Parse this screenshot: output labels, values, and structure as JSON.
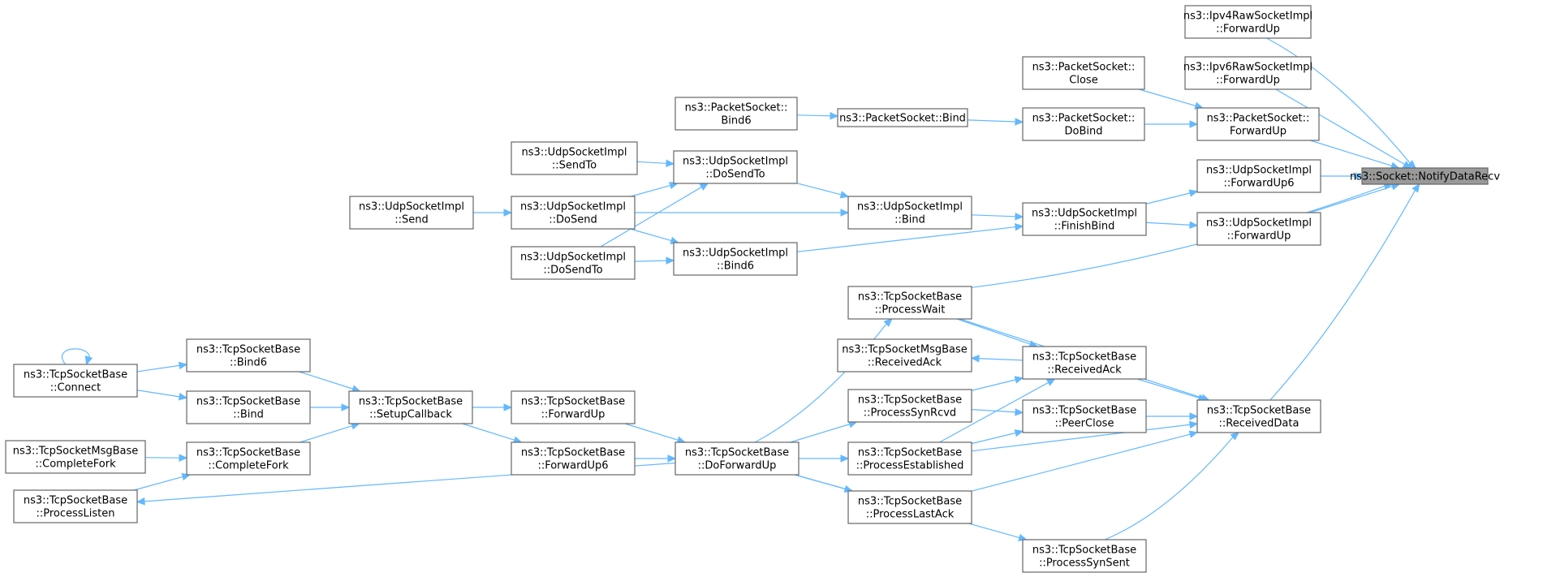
{
  "graph": {
    "title": "ns3::Socket::NotifyDataRecv",
    "colors": {
      "edge": "#63b8ff",
      "root_fill": "#999999",
      "node_border": "#666666",
      "node_fill": "#ffffff"
    },
    "nodes": [
      {
        "id": "root",
        "lines": [
          "ns3::Socket::NotifyDataRecv"
        ],
        "root": true
      },
      {
        "id": "ipv4raw_fu",
        "lines": [
          "ns3::Ipv4RawSocketImpl",
          "::ForwardUp"
        ]
      },
      {
        "id": "ipv6raw_fu",
        "lines": [
          "ns3::Ipv6RawSocketImpl",
          "::ForwardUp"
        ]
      },
      {
        "id": "ps_close",
        "lines": [
          "ns3::PacketSocket::",
          "Close"
        ]
      },
      {
        "id": "ps_fu",
        "lines": [
          "ns3::PacketSocket::",
          "ForwardUp"
        ]
      },
      {
        "id": "ps_bind6",
        "lines": [
          "ns3::PacketSocket::",
          "Bind6"
        ]
      },
      {
        "id": "ps_bind",
        "lines": [
          "ns3::PacketSocket::Bind"
        ]
      },
      {
        "id": "ps_dobind",
        "lines": [
          "ns3::PacketSocket::",
          "DoBind"
        ]
      },
      {
        "id": "udp_sendto",
        "lines": [
          "ns3::UdpSocketImpl",
          "::SendTo"
        ]
      },
      {
        "id": "udp_dosendto1",
        "lines": [
          "ns3::UdpSocketImpl",
          "::DoSendTo"
        ]
      },
      {
        "id": "udp_send",
        "lines": [
          "ns3::UdpSocketImpl",
          "::Send"
        ]
      },
      {
        "id": "udp_dosend",
        "lines": [
          "ns3::UdpSocketImpl",
          "::DoSend"
        ]
      },
      {
        "id": "udp_bind",
        "lines": [
          "ns3::UdpSocketImpl",
          "::Bind"
        ]
      },
      {
        "id": "udp_finishbind",
        "lines": [
          "ns3::UdpSocketImpl",
          "::FinishBind"
        ]
      },
      {
        "id": "udp_fu6",
        "lines": [
          "ns3::UdpSocketImpl",
          "::ForwardUp6"
        ]
      },
      {
        "id": "udp_fu",
        "lines": [
          "ns3::UdpSocketImpl",
          "::ForwardUp"
        ]
      },
      {
        "id": "udp_dosendto2",
        "lines": [
          "ns3::UdpSocketImpl",
          "::DoSendTo"
        ]
      },
      {
        "id": "udp_bind6",
        "lines": [
          "ns3::UdpSocketImpl",
          "::Bind6"
        ]
      },
      {
        "id": "tcp_processwait",
        "lines": [
          "ns3::TcpSocketBase",
          "::ProcessWait"
        ]
      },
      {
        "id": "tcpmsg_receivedack",
        "lines": [
          "ns3::TcpSocketMsgBase",
          "::ReceivedAck"
        ]
      },
      {
        "id": "tcp_receivedack",
        "lines": [
          "ns3::TcpSocketBase",
          "::ReceivedAck"
        ]
      },
      {
        "id": "tcp_processsynrcvd",
        "lines": [
          "ns3::TcpSocketBase",
          "::ProcessSynRcvd"
        ]
      },
      {
        "id": "tcp_peerclose",
        "lines": [
          "ns3::TcpSocketBase",
          "::PeerClose"
        ]
      },
      {
        "id": "tcp_receiveddata",
        "lines": [
          "ns3::TcpSocketBase",
          "::ReceivedData"
        ]
      },
      {
        "id": "tcp_processestablished",
        "lines": [
          "ns3::TcpSocketBase",
          "::ProcessEstablished"
        ]
      },
      {
        "id": "tcp_processlastack",
        "lines": [
          "ns3::TcpSocketBase",
          "::ProcessLastAck"
        ]
      },
      {
        "id": "tcp_processsynsent",
        "lines": [
          "ns3::TcpSocketBase",
          "::ProcessSynSent"
        ]
      },
      {
        "id": "tcp_connect",
        "lines": [
          "ns3::TcpSocketBase",
          "::Connect"
        ]
      },
      {
        "id": "tcp_bind6",
        "lines": [
          "ns3::TcpSocketBase",
          "::Bind6"
        ]
      },
      {
        "id": "tcp_bind",
        "lines": [
          "ns3::TcpSocketBase",
          "::Bind"
        ]
      },
      {
        "id": "tcp_setupcallback",
        "lines": [
          "ns3::TcpSocketBase",
          "::SetupCallback"
        ]
      },
      {
        "id": "tcpmsg_completefork",
        "lines": [
          "ns3::TcpSocketMsgBase",
          "::CompleteFork"
        ]
      },
      {
        "id": "tcp_completefork",
        "lines": [
          "ns3::TcpSocketBase",
          "::CompleteFork"
        ]
      },
      {
        "id": "tcp_processlisten",
        "lines": [
          "ns3::TcpSocketBase",
          "::ProcessListen"
        ]
      },
      {
        "id": "tcp_forwardup",
        "lines": [
          "ns3::TcpSocketBase",
          "::ForwardUp"
        ]
      },
      {
        "id": "tcp_forwardup6",
        "lines": [
          "ns3::TcpSocketBase",
          "::ForwardUp6"
        ]
      },
      {
        "id": "tcp_doforwardup",
        "lines": [
          "ns3::TcpSocketBase",
          "::DoForwardUp"
        ]
      }
    ],
    "edges": [
      [
        "ipv4raw_fu",
        "root"
      ],
      [
        "ipv6raw_fu",
        "root"
      ],
      [
        "ps_fu",
        "root"
      ],
      [
        "udp_fu6",
        "root"
      ],
      [
        "udp_fu",
        "root"
      ],
      [
        "tcp_processwait",
        "root"
      ],
      [
        "tcp_receiveddata",
        "root"
      ],
      [
        "ps_close",
        "ps_fu"
      ],
      [
        "ps_dobind",
        "ps_fu"
      ],
      [
        "ps_bind",
        "ps_dobind"
      ],
      [
        "ps_bind6",
        "ps_bind"
      ],
      [
        "udp_finishbind",
        "udp_fu6"
      ],
      [
        "udp_finishbind",
        "udp_fu"
      ],
      [
        "udp_bind",
        "udp_finishbind"
      ],
      [
        "udp_bind6",
        "udp_finishbind"
      ],
      [
        "udp_dosendto1",
        "udp_bind"
      ],
      [
        "udp_dosend",
        "udp_bind"
      ],
      [
        "udp_dosend",
        "udp_bind6"
      ],
      [
        "udp_sendto",
        "udp_dosendto1"
      ],
      [
        "udp_dosend",
        "udp_dosendto1"
      ],
      [
        "udp_dosendto2",
        "udp_dosendto1"
      ],
      [
        "udp_send",
        "udp_dosend"
      ],
      [
        "udp_dosendto2",
        "udp_bind6"
      ],
      [
        "tcp_processwait",
        "tcp_receivedack"
      ],
      [
        "tcp_receivedack",
        "tcp_receiveddata"
      ],
      [
        "tcp_processsynrcvd",
        "tcp_receivedack"
      ],
      [
        "tcp_processestablished",
        "tcp_receivedack"
      ],
      [
        "tcp_receivedack",
        "tcpmsg_receivedack"
      ],
      [
        "tcp_peerclose",
        "tcp_receiveddata"
      ],
      [
        "tcp_processsynrcvd",
        "tcp_peerclose"
      ],
      [
        "tcp_processestablished",
        "tcp_peerclose"
      ],
      [
        "tcp_processwait",
        "tcp_receiveddata"
      ],
      [
        "tcp_processestablished",
        "tcp_receiveddata"
      ],
      [
        "tcp_processlastack",
        "tcp_receiveddata"
      ],
      [
        "tcp_processsynsent",
        "tcp_receiveddata"
      ],
      [
        "tcp_doforwardup",
        "tcp_processwait"
      ],
      [
        "tcp_doforwardup",
        "tcp_processsynrcvd"
      ],
      [
        "tcp_doforwardup",
        "tcp_processestablished"
      ],
      [
        "tcp_doforwardup",
        "tcp_processlastack"
      ],
      [
        "tcp_doforwardup",
        "tcp_processsynsent"
      ],
      [
        "tcp_doforwardup",
        "tcp_processlisten"
      ],
      [
        "tcp_forwardup",
        "tcp_doforwardup"
      ],
      [
        "tcp_forwardup6",
        "tcp_doforwardup"
      ],
      [
        "tcp_setupcallback",
        "tcp_forwardup"
      ],
      [
        "tcp_setupcallback",
        "tcp_forwardup6"
      ],
      [
        "tcp_bind6",
        "tcp_setupcallback"
      ],
      [
        "tcp_bind",
        "tcp_setupcallback"
      ],
      [
        "tcp_completefork",
        "tcp_setupcallback"
      ],
      [
        "tcp_connect",
        "tcp_bind6"
      ],
      [
        "tcp_connect",
        "tcp_bind"
      ],
      [
        "tcp_connect",
        "tcp_connect"
      ],
      [
        "tcpmsg_completefork",
        "tcp_completefork"
      ],
      [
        "tcp_processlisten",
        "tcp_completefork"
      ]
    ]
  }
}
